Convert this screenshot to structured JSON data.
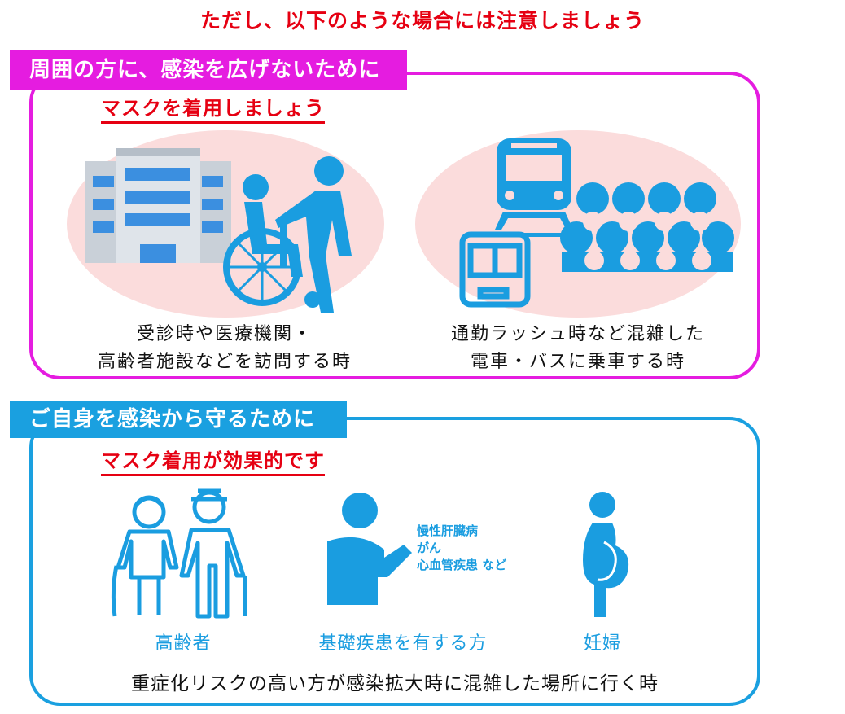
{
  "headline": "ただし、以下のような場合には注意しましょう",
  "section1": {
    "tab": "周囲の方に、感染を広げないために",
    "subtitle": "マスクを着用しましょう",
    "caption_left_line1": "受診時や医療機関・",
    "caption_left_line2": "高齢者施設などを訪問する時",
    "caption_right_line1": "通勤ラッシュ時など混雑した",
    "caption_right_line2": "電車・バスに乗車する時"
  },
  "section2": {
    "tab": "ご自身を感染から守るために",
    "subtitle": "マスク着用が効果的です",
    "label_elderly": "高齢者",
    "label_underlying": "基礎疾患を有する方",
    "label_pregnant": "妊婦",
    "diseases": [
      "慢性肝臓病",
      "がん",
      "心血管疾患 など"
    ],
    "bottom_line": "重症化リスクの高い方が感染拡大時に混雑した場所に行く時"
  },
  "colors": {
    "red": "#e60012",
    "magenta": "#e51ce0",
    "blue": "#1aa0e0",
    "pink_bg": "#fbdcdc"
  }
}
